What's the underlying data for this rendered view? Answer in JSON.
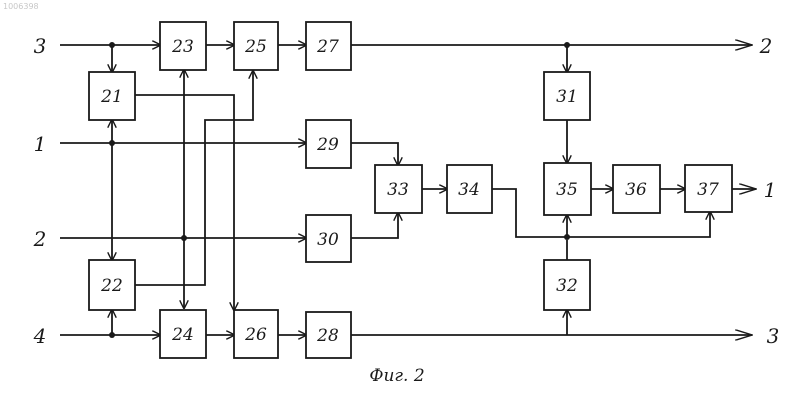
{
  "watermark": "1006398",
  "caption": "Фиг. 2",
  "colors": {
    "ink": "#1a1a1a",
    "paper": "#ffffff"
  },
  "blocks": [
    {
      "id": "21",
      "label": "21"
    },
    {
      "id": "22",
      "label": "22"
    },
    {
      "id": "23",
      "label": "23"
    },
    {
      "id": "24",
      "label": "24"
    },
    {
      "id": "25",
      "label": "25"
    },
    {
      "id": "26",
      "label": "26"
    },
    {
      "id": "27",
      "label": "27"
    },
    {
      "id": "28",
      "label": "28"
    },
    {
      "id": "29",
      "label": "29"
    },
    {
      "id": "30",
      "label": "30"
    },
    {
      "id": "31",
      "label": "31"
    },
    {
      "id": "32",
      "label": "32"
    },
    {
      "id": "33",
      "label": "33"
    },
    {
      "id": "34",
      "label": "34"
    },
    {
      "id": "35",
      "label": "35"
    },
    {
      "id": "36",
      "label": "36"
    },
    {
      "id": "37",
      "label": "37"
    }
  ],
  "inputs": [
    {
      "id": "in-3",
      "label": "3"
    },
    {
      "id": "in-1",
      "label": "1"
    },
    {
      "id": "in-2",
      "label": "2"
    },
    {
      "id": "in-4",
      "label": "4"
    }
  ],
  "outputs": [
    {
      "id": "out-2",
      "label": "2"
    },
    {
      "id": "out-1",
      "label": "1"
    },
    {
      "id": "out-3",
      "label": "3"
    }
  ],
  "connections": [
    [
      "in-3",
      "23"
    ],
    [
      "in-3",
      "21"
    ],
    [
      "23",
      "25"
    ],
    [
      "25",
      "27"
    ],
    [
      "27",
      "out-2"
    ],
    [
      "27",
      "31"
    ],
    [
      "21",
      "26"
    ],
    [
      "22",
      "25"
    ],
    [
      "in-1",
      "29"
    ],
    [
      "in-1",
      "21"
    ],
    [
      "in-1",
      "22"
    ],
    [
      "in-2",
      "30"
    ],
    [
      "in-2",
      "23"
    ],
    [
      "in-2",
      "24"
    ],
    [
      "in-4",
      "24"
    ],
    [
      "in-4",
      "22"
    ],
    [
      "24",
      "26"
    ],
    [
      "26",
      "28"
    ],
    [
      "28",
      "out-3"
    ],
    [
      "29",
      "33"
    ],
    [
      "30",
      "33"
    ],
    [
      "33",
      "34"
    ],
    [
      "34",
      "35"
    ],
    [
      "34",
      "37"
    ],
    [
      "31",
      "35"
    ],
    [
      "32",
      "35"
    ],
    [
      "35",
      "36"
    ],
    [
      "36",
      "37"
    ],
    [
      "37",
      "out-1"
    ]
  ]
}
